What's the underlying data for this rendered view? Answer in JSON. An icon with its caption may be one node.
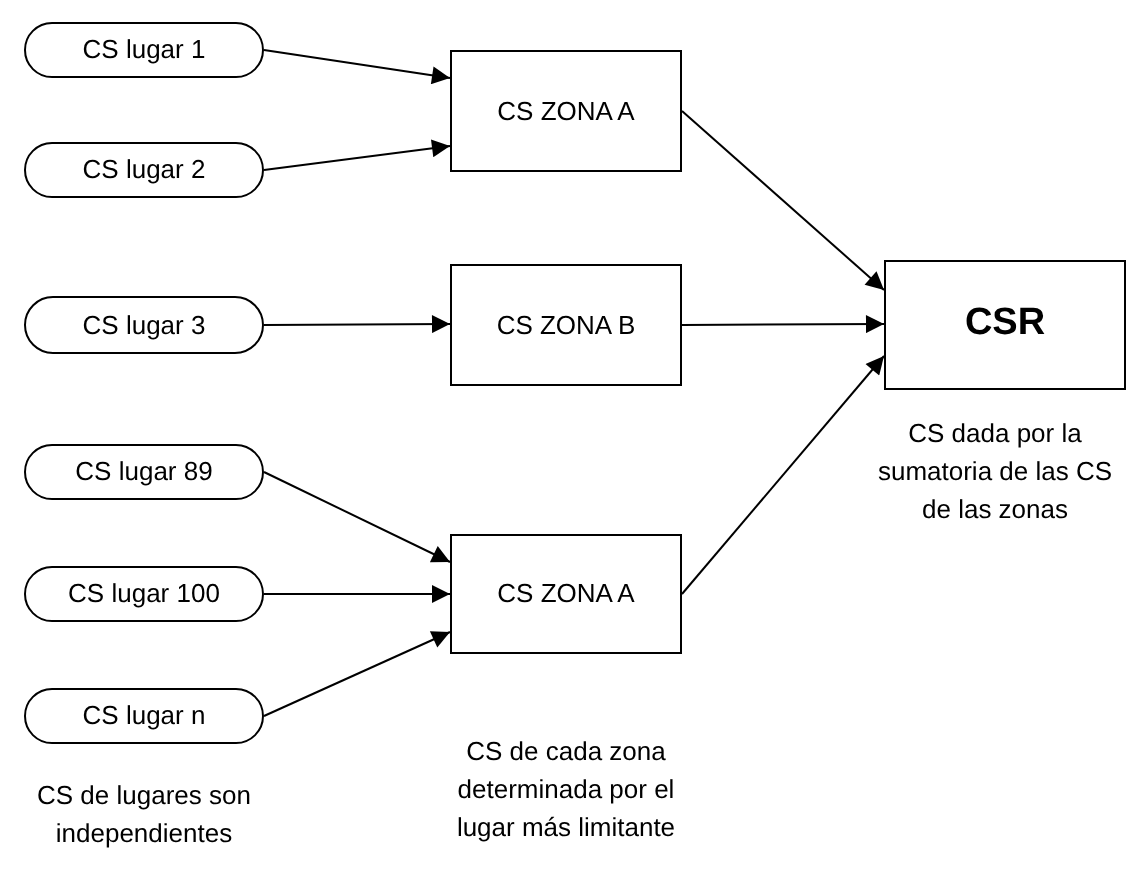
{
  "diagram": {
    "nodes": [
      {
        "text": [
          "CS lugar 1"
        ]
      },
      {
        "text": [
          "CS lugar 2"
        ]
      },
      {
        "text": [
          "CS lugar 3"
        ]
      },
      {
        "text": [
          "CS lugar 89"
        ]
      },
      {
        "text": [
          "CS lugar 100"
        ]
      },
      {
        "text": [
          "CS lugar n"
        ]
      },
      {
        "text": [
          "CS ZONA A"
        ]
      },
      {
        "text": [
          "CS ZONA B"
        ]
      },
      {
        "text": [
          "CS ZONA A"
        ]
      },
      {
        "text": [
          "CSR"
        ],
        "beside": [
          "CS dada por la sumatoria de las CS de las zonas"
        ]
      }
    ],
    "edges": [
      {
        "from": 0,
        "to": 6,
        "arrow": "to"
      },
      {
        "from": 1,
        "to": 6,
        "arrow": "to"
      },
      {
        "from": 2,
        "to": 7,
        "arrow": "to"
      },
      {
        "from": 3,
        "to": 8,
        "arrow": "to"
      },
      {
        "from": 4,
        "to": 8,
        "arrow": "to"
      },
      {
        "from": 5,
        "to": 8,
        "arrow": "to"
      },
      {
        "from": 6,
        "to": 9,
        "arrow": "to"
      },
      {
        "from": 7,
        "to": 9,
        "arrow": "to"
      },
      {
        "from": 8,
        "to": 9,
        "arrow": "to"
      }
    ],
    "labels": [
      "CS de lugares son independientes",
      "CS de cada zona determinada por el lugar más limitante"
    ]
  }
}
